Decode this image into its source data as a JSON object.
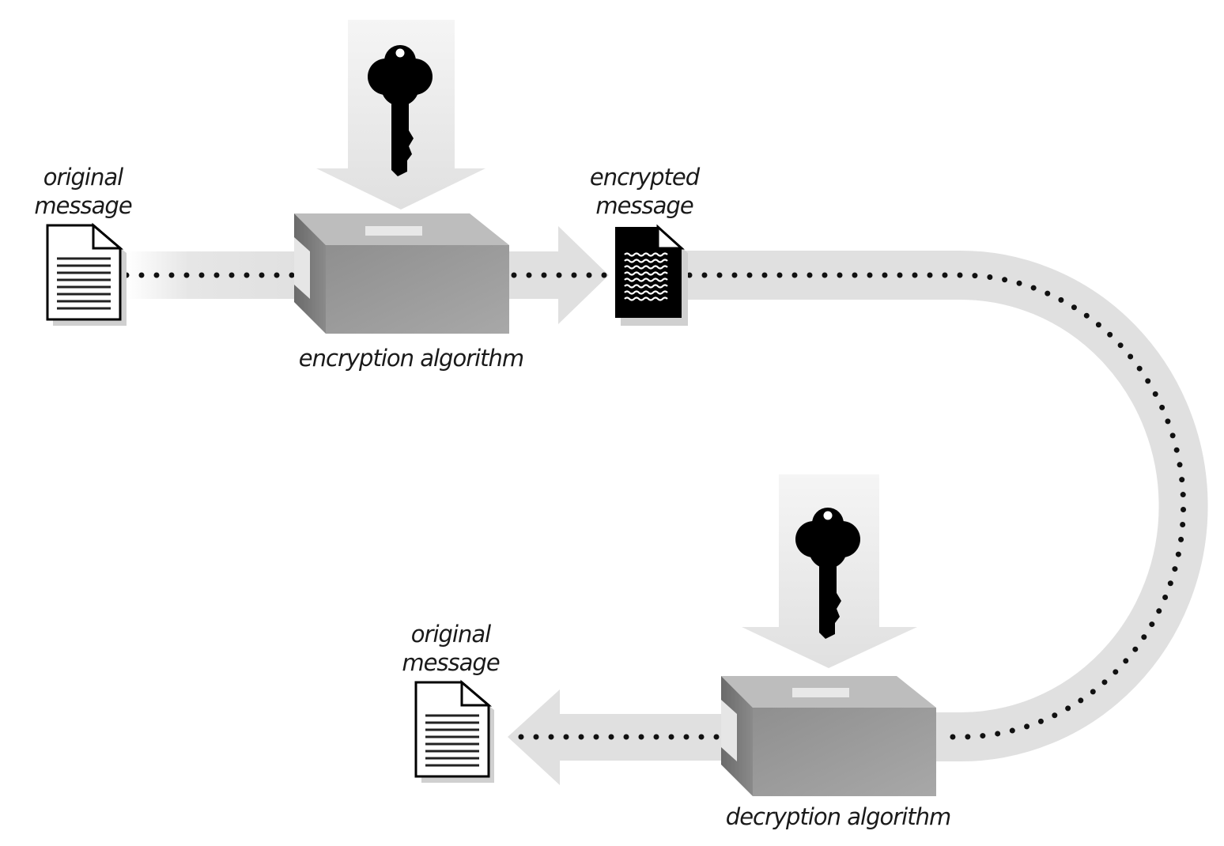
{
  "diagram": {
    "labels": {
      "original_message_top": {
        "line1": "original",
        "line2": "message"
      },
      "encrypted_message": {
        "line1": "encrypted",
        "line2": "message"
      },
      "encryption_algorithm": "encryption algorithm",
      "original_message_bottom": {
        "line1": "original",
        "line2": "message"
      },
      "decryption_algorithm": "decryption algorithm"
    },
    "colors": {
      "flow_band": "#e3e3e3",
      "key_arrow": "#e6e6e6",
      "box_front": "#9a9a9a",
      "box_top": "#b9b9b9",
      "key": "#000000",
      "dotted_line": "#111111"
    },
    "icons": [
      "document-plain-icon",
      "document-encrypted-icon",
      "key-icon",
      "algorithm-box-icon",
      "arrow-icon"
    ]
  }
}
